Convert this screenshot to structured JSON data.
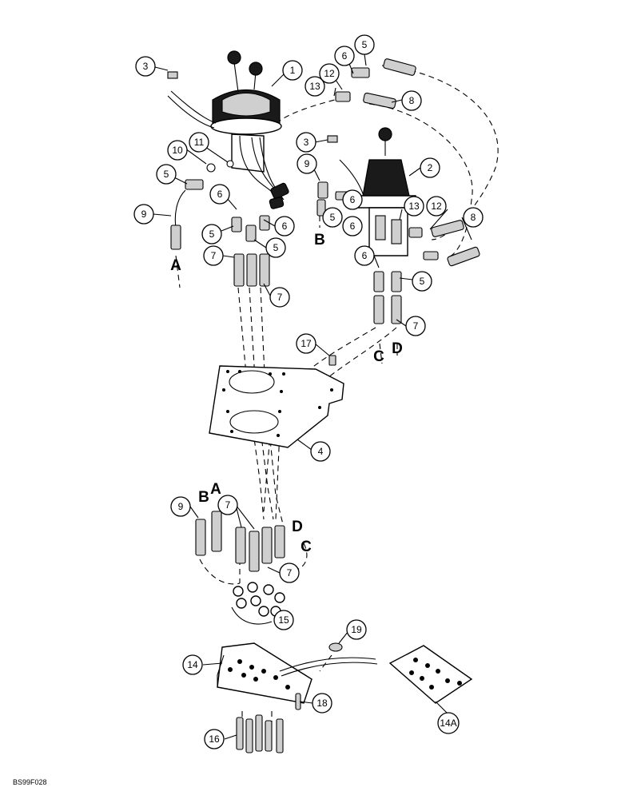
{
  "figure_code": "BS99F028",
  "callouts": [
    {
      "id": "c3a",
      "label": "3"
    },
    {
      "id": "c1",
      "label": "1"
    },
    {
      "id": "c6a",
      "label": "6"
    },
    {
      "id": "c5a",
      "label": "5"
    },
    {
      "id": "c12a",
      "label": "12"
    },
    {
      "id": "c13a",
      "label": "13"
    },
    {
      "id": "c8a",
      "label": "8"
    },
    {
      "id": "c3b",
      "label": "3"
    },
    {
      "id": "c10",
      "label": "10"
    },
    {
      "id": "c11",
      "label": "11"
    },
    {
      "id": "c9a",
      "label": "9"
    },
    {
      "id": "c2",
      "label": "2"
    },
    {
      "id": "c5b",
      "label": "5"
    },
    {
      "id": "c6b",
      "label": "6"
    },
    {
      "id": "c9b",
      "label": "9"
    },
    {
      "id": "c6c",
      "label": "6"
    },
    {
      "id": "c5c",
      "label": "5"
    },
    {
      "id": "c6d",
      "label": "6"
    },
    {
      "id": "c5d",
      "label": "5"
    },
    {
      "id": "c7a",
      "label": "7"
    },
    {
      "id": "c13b",
      "label": "13"
    },
    {
      "id": "c12b",
      "label": "12"
    },
    {
      "id": "c8b",
      "label": "8"
    },
    {
      "id": "c6e",
      "label": "6"
    },
    {
      "id": "c5e",
      "label": "5"
    },
    {
      "id": "c7b",
      "label": "7"
    },
    {
      "id": "c7c",
      "label": "7"
    },
    {
      "id": "c17",
      "label": "17"
    },
    {
      "id": "c4",
      "label": "4"
    },
    {
      "id": "c9c",
      "label": "9"
    },
    {
      "id": "c7d",
      "label": "7"
    },
    {
      "id": "c7e",
      "label": "7"
    },
    {
      "id": "c15",
      "label": "15"
    },
    {
      "id": "c19",
      "label": "19"
    },
    {
      "id": "c14",
      "label": "14"
    },
    {
      "id": "c18",
      "label": "18"
    },
    {
      "id": "c14A",
      "label": "14A"
    },
    {
      "id": "c16",
      "label": "16"
    },
    {
      "id": "c5f",
      "label": "5"
    },
    {
      "id": "c6f",
      "label": "6"
    }
  ],
  "port_letters": [
    {
      "id": "pA1",
      "label": "A"
    },
    {
      "id": "pB1",
      "label": "B"
    },
    {
      "id": "pC1",
      "label": "C"
    },
    {
      "id": "pD1",
      "label": "D"
    },
    {
      "id": "pB2",
      "label": "B"
    },
    {
      "id": "pA2",
      "label": "A"
    },
    {
      "id": "pD2",
      "label": "D"
    },
    {
      "id": "pC2",
      "label": "C"
    }
  ]
}
